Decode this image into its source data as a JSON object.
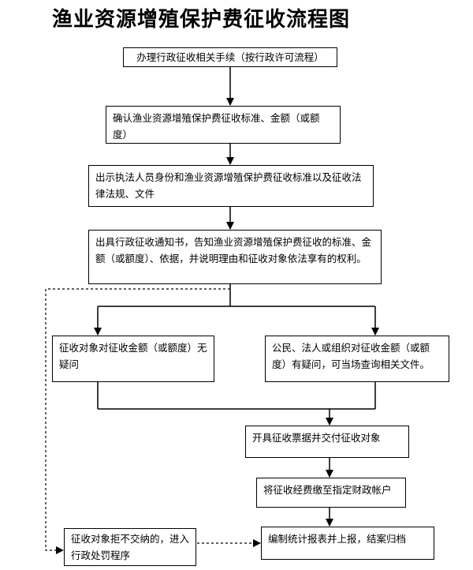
{
  "title": "渔业资源增殖保护费征收流程图",
  "steps": {
    "s1": "办理行政征收相关手续（按行政许可流程）",
    "s2": "确认渔业资源增殖保护费征收标准、金额（或额度）",
    "s3": "出示执法人员身份和渔业资源增殖保护费征收标准以及征收法律法规、文件",
    "s4": "出具行政征收通知书，告知渔业资源增殖保护费征收的标准、金额（或额度）、依据，并说明理由和征收对象依法享有的权利。",
    "left_branch": "征收对象对征收金额（或额度）无疑问",
    "right_branch": "公民、法人或组织对征收金额（或额度）有疑问，可当场查询相关文件。",
    "s5": "开具征收票据并交付征收对象",
    "s6": "将征收经费缴至指定财政帐户",
    "refuse": "征收对象拒不交纳的，进入行政处罚程序",
    "s7": "编制统计报表并上报，结案归档"
  }
}
